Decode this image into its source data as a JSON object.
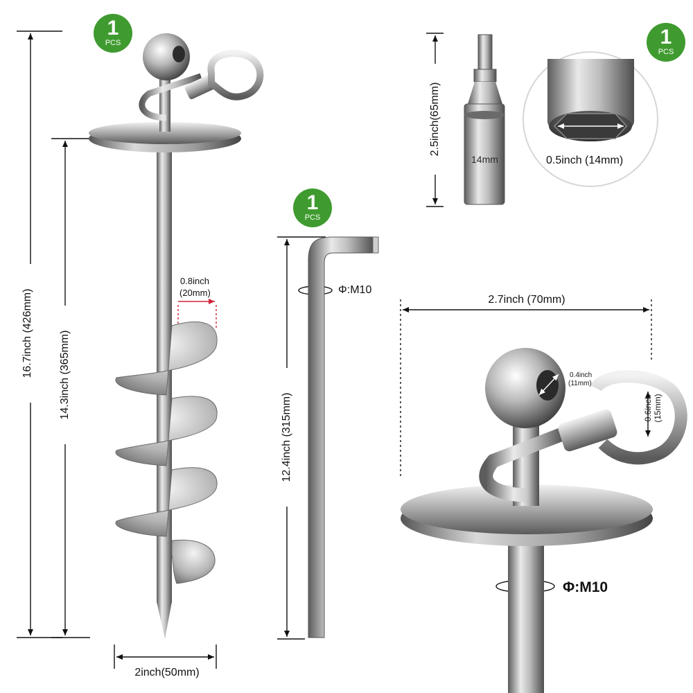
{
  "badges": [
    {
      "count": "1",
      "unit": "PCS"
    },
    {
      "count": "1",
      "unit": "PCS"
    },
    {
      "count": "1",
      "unit": "PCS"
    }
  ],
  "anchor": {
    "total_length": "16.7inch (426mm)",
    "shaft_length": "14.3inch (365mm)",
    "blade_width_top": "0.8inch",
    "blade_width_bottom": "(20mm)",
    "helix_diameter": "2inch(50mm)"
  },
  "rod": {
    "length": "12.4inch (315mm)",
    "diameter": "Φ:M10"
  },
  "socket": {
    "length": "2.5inch(65mm)",
    "size_marking": "14mm",
    "opening": "0.5inch (14mm)"
  },
  "detail": {
    "plate_diameter": "2.7inch (70mm)",
    "hole_top": "0.4inch",
    "hole_bottom": "(11mm)",
    "swivel_top": "0.6inch",
    "swivel_bottom": "(15mm)",
    "shaft_diameter": "Φ:M10"
  },
  "colors": {
    "badge_green": "#3f9b2f",
    "dimension_line": "#111111",
    "accent_red": "#d0243a"
  }
}
